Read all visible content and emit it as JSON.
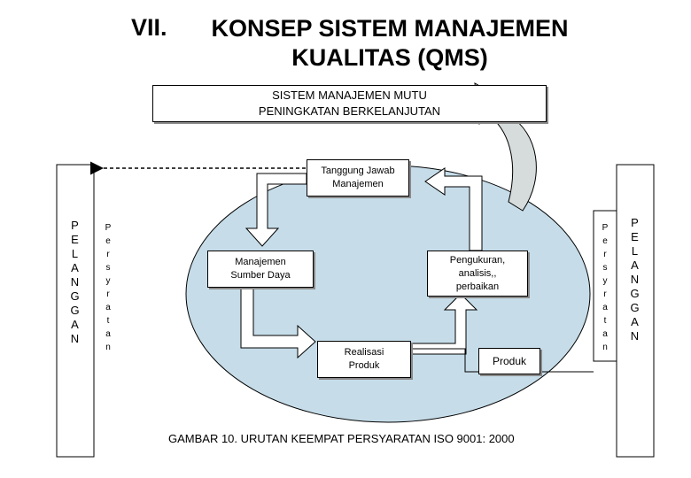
{
  "title": {
    "number": "VII.",
    "line1": "KONSEP SISTEM MANAJEMEN",
    "line2": "KUALITAS (QMS)"
  },
  "banner": {
    "line1": "SISTEM MANAJEMEN MUTU",
    "line2": "PENINGKATAN BERKELANJUTAN"
  },
  "nodes": {
    "tanggung_jawab": {
      "line1": "Tanggung Jawab",
      "line2": "Manajemen"
    },
    "sumber_daya": {
      "line1": "Manajemen",
      "line2": "Sumber Daya"
    },
    "pengukuran": {
      "line1": "Pengukuran,",
      "line2": "analisis,,",
      "line3": "perbaikan"
    },
    "realisasi": {
      "line1": "Realisasi",
      "line2": "Produk"
    },
    "produk": "Produk"
  },
  "left_customer_label": [
    "P",
    "E",
    "L",
    "A",
    "N",
    "G",
    "G",
    "A",
    "N"
  ],
  "left_requirements_label": [
    "P",
    "e",
    "r",
    "s",
    "y",
    "r",
    "a",
    "t",
    "a",
    "n"
  ],
  "right_requirements_label": [
    "P",
    "e",
    "r",
    "s",
    "y",
    "r",
    "a",
    "t",
    "a",
    "n"
  ],
  "right_customer_label": [
    "P",
    "E",
    "L",
    "A",
    "N",
    "G",
    "G",
    "A",
    "N"
  ],
  "caption": "GAMBAR 10. URUTAN KEEMPAT PERSYARATAN ISO 9001: 2000",
  "colors": {
    "ellipse_fill": "#c6dde9",
    "shadow": "#8a8a8a",
    "curved_arrow_fill": "#d6dcdc"
  }
}
